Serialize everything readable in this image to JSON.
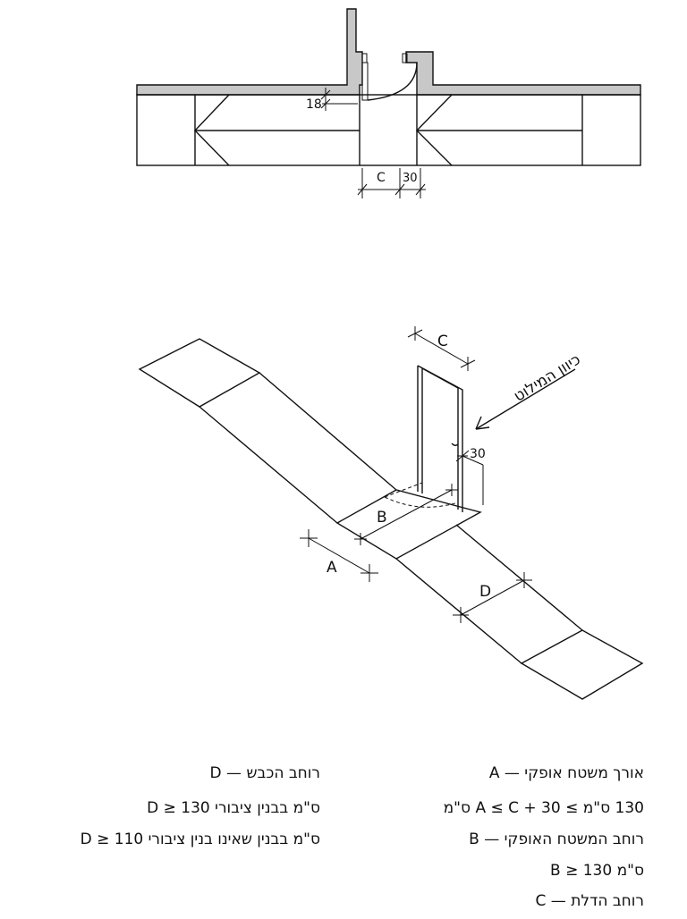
{
  "plan_view": {
    "dim_wall": "18",
    "dim_door": "C",
    "dim_side": "30"
  },
  "iso_view": {
    "dim_c": "C",
    "dim_b": "B",
    "dim_a": "A",
    "dim_d": "D",
    "dim_30": "30",
    "direction_label": "כיוון המילוט"
  },
  "legend": {
    "right": [
      "A  —  אורך משטח אופקי",
      "130 ס\"מ  ≥  A  ≤  C + 30 ס\"מ",
      "B  —  רוחב המשטח האופקי",
      "B  ≥  130 ס\"מ",
      "C  —  רוחב הדלת"
    ],
    "left": [
      "D  —  רוחב הכבש",
      "D  ≥  130 ס\"מ בבנין ציבורי",
      "D  ≥  110 ס\"מ בבנין שאינו בנין ציבורי"
    ]
  }
}
